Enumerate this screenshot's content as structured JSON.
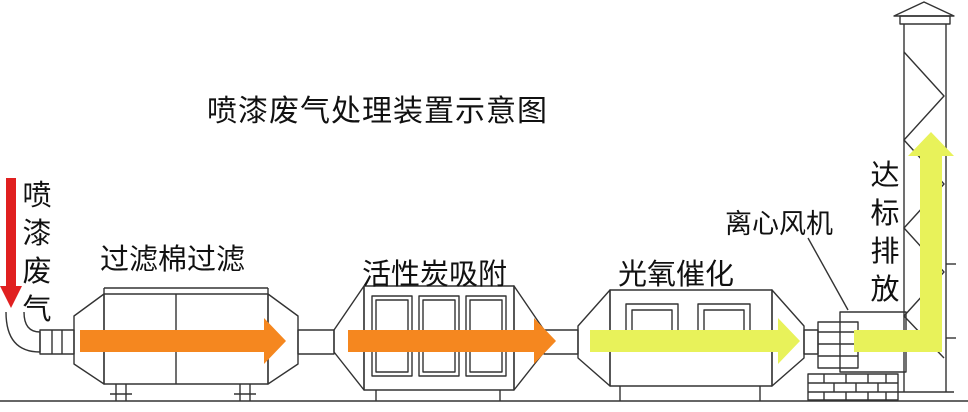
{
  "title": "喷漆废气处理装置示意图",
  "inlet_label": "喷漆废气",
  "stages": [
    {
      "label": "过滤棉过滤"
    },
    {
      "label": "活性炭吸附"
    },
    {
      "label": "光氧催化"
    }
  ],
  "fan_label": "离心风机",
  "outlet_label": "达标排放",
  "colors": {
    "inlet_arrow": "#e02020",
    "orange_arrow": "#f5871f",
    "yellow_arrow": "#e8f25a",
    "line": "#333333"
  }
}
